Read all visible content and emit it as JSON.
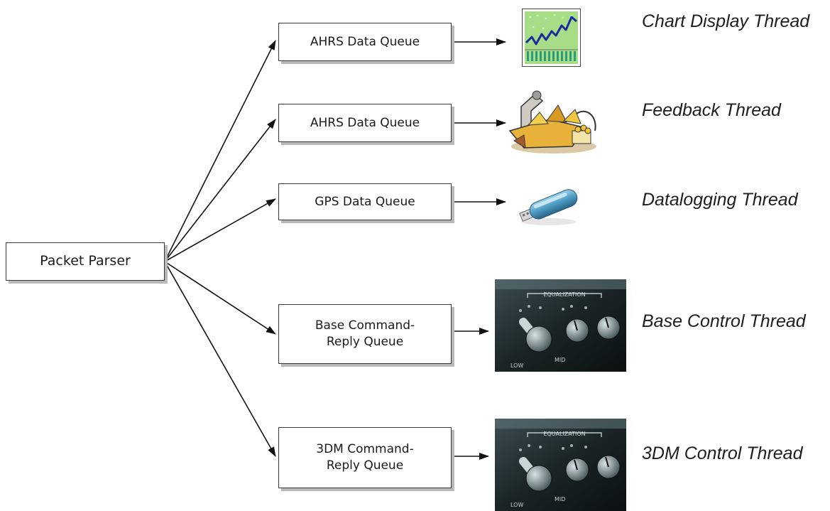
{
  "parser": {
    "label": "Packet Parser"
  },
  "queues": [
    {
      "label": "AHRS Data Queue"
    },
    {
      "label": "AHRS Data Queue"
    },
    {
      "label": "GPS Data Queue"
    },
    {
      "label": "Base Command-\nReply Queue"
    },
    {
      "label": "3DM Command-\nReply Queue"
    }
  ],
  "threads": [
    {
      "label": "Chart Display Thread",
      "icon": "chart-icon"
    },
    {
      "label": "Feedback Thread",
      "icon": "feedback-machine-icon"
    },
    {
      "label": "Datalogging Thread",
      "icon": "usb-drive-icon"
    },
    {
      "label": "Base Control Thread",
      "icon": "equalizer-knobs-icon"
    },
    {
      "label": "3DM Control Thread",
      "icon": "equalizer-knobs-icon"
    }
  ],
  "equalizer": {
    "title": "EQUALIZATION",
    "low": "LOW",
    "mid": "MID"
  }
}
